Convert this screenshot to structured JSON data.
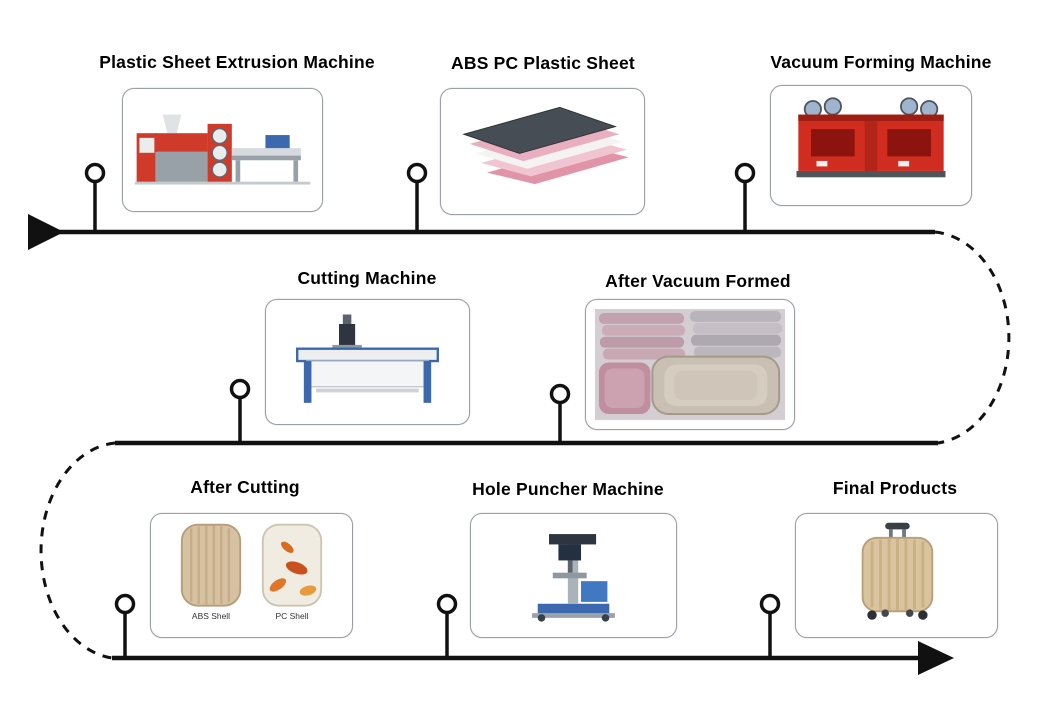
{
  "diagram": {
    "type": "process-flow",
    "rows": [
      {
        "steps": [
          {
            "label": "Plastic Sheet Extrusion Machine",
            "illustration": "plastic-sheet-extrusion-machine"
          },
          {
            "label": "ABS PC Plastic Sheet",
            "illustration": "abs-pc-plastic-sheet-stack"
          },
          {
            "label": "Vacuum Forming Machine",
            "illustration": "vacuum-forming-machine"
          }
        ]
      },
      {
        "steps": [
          {
            "label": "Cutting Machine",
            "illustration": "cutting-machine"
          },
          {
            "label": "After Vacuum Formed",
            "illustration": "vacuum-formed-shells"
          }
        ]
      },
      {
        "steps": [
          {
            "label": "After Cutting",
            "illustration": "cut-luggage-shells",
            "sublabels": [
              "ABS Shell",
              "PC Shell"
            ]
          },
          {
            "label": "Hole Puncher Machine",
            "illustration": "hole-puncher-machine"
          },
          {
            "label": "Final Products",
            "illustration": "finished-suitcase"
          }
        ]
      }
    ],
    "colors": {
      "flow_line": "#111111",
      "node_fill": "#ffffff",
      "card_border": "#9aa0a6",
      "machine_red": "#d02c1f",
      "machine_blue": "#3c68b0",
      "shell_champagne": "#d7c1a3",
      "sheet_pink": "#e9aebf",
      "sheet_dark": "#474d54"
    }
  }
}
